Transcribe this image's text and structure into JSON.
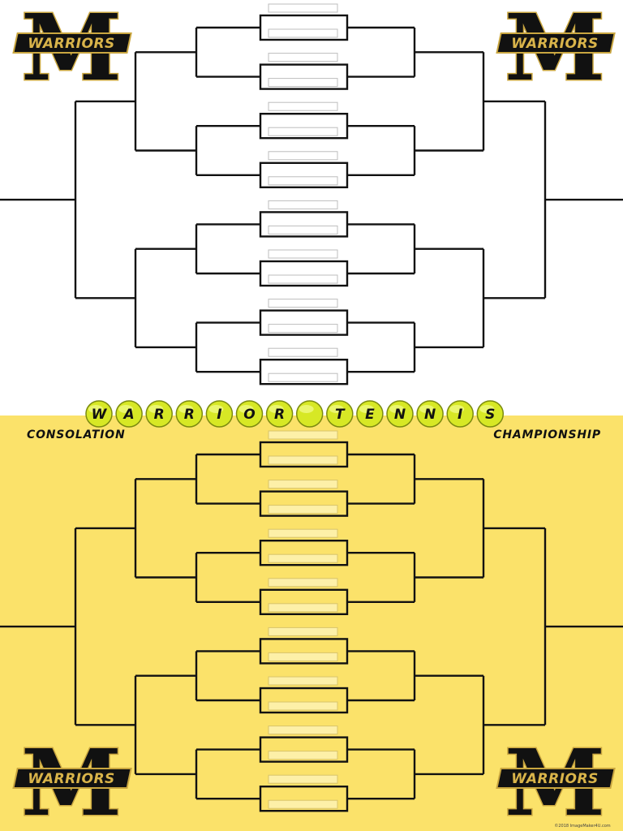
{
  "title_banner": {
    "letters": [
      "W",
      "A",
      "R",
      "R",
      "I",
      "O",
      "R",
      "",
      "T",
      "E",
      "N",
      "N",
      "I",
      "S"
    ],
    "ball_color": "#d7e825"
  },
  "labels": {
    "consolation": "CONSOLATION",
    "championship": "CHAMPIONSHIP"
  },
  "logo": {
    "letter": "M",
    "text": "WARRIORS",
    "colors": {
      "primary": "#111111",
      "accent": "#c9a640"
    }
  },
  "colors": {
    "top_background": "#ffffff",
    "bottom_background": "#fbe26a",
    "lines": "#111111"
  },
  "copyright": "©2018 ImageMaker4U.com",
  "brackets": {
    "top": {
      "first_round_matches": 8
    },
    "bottom": {
      "first_round_matches": 8
    }
  }
}
